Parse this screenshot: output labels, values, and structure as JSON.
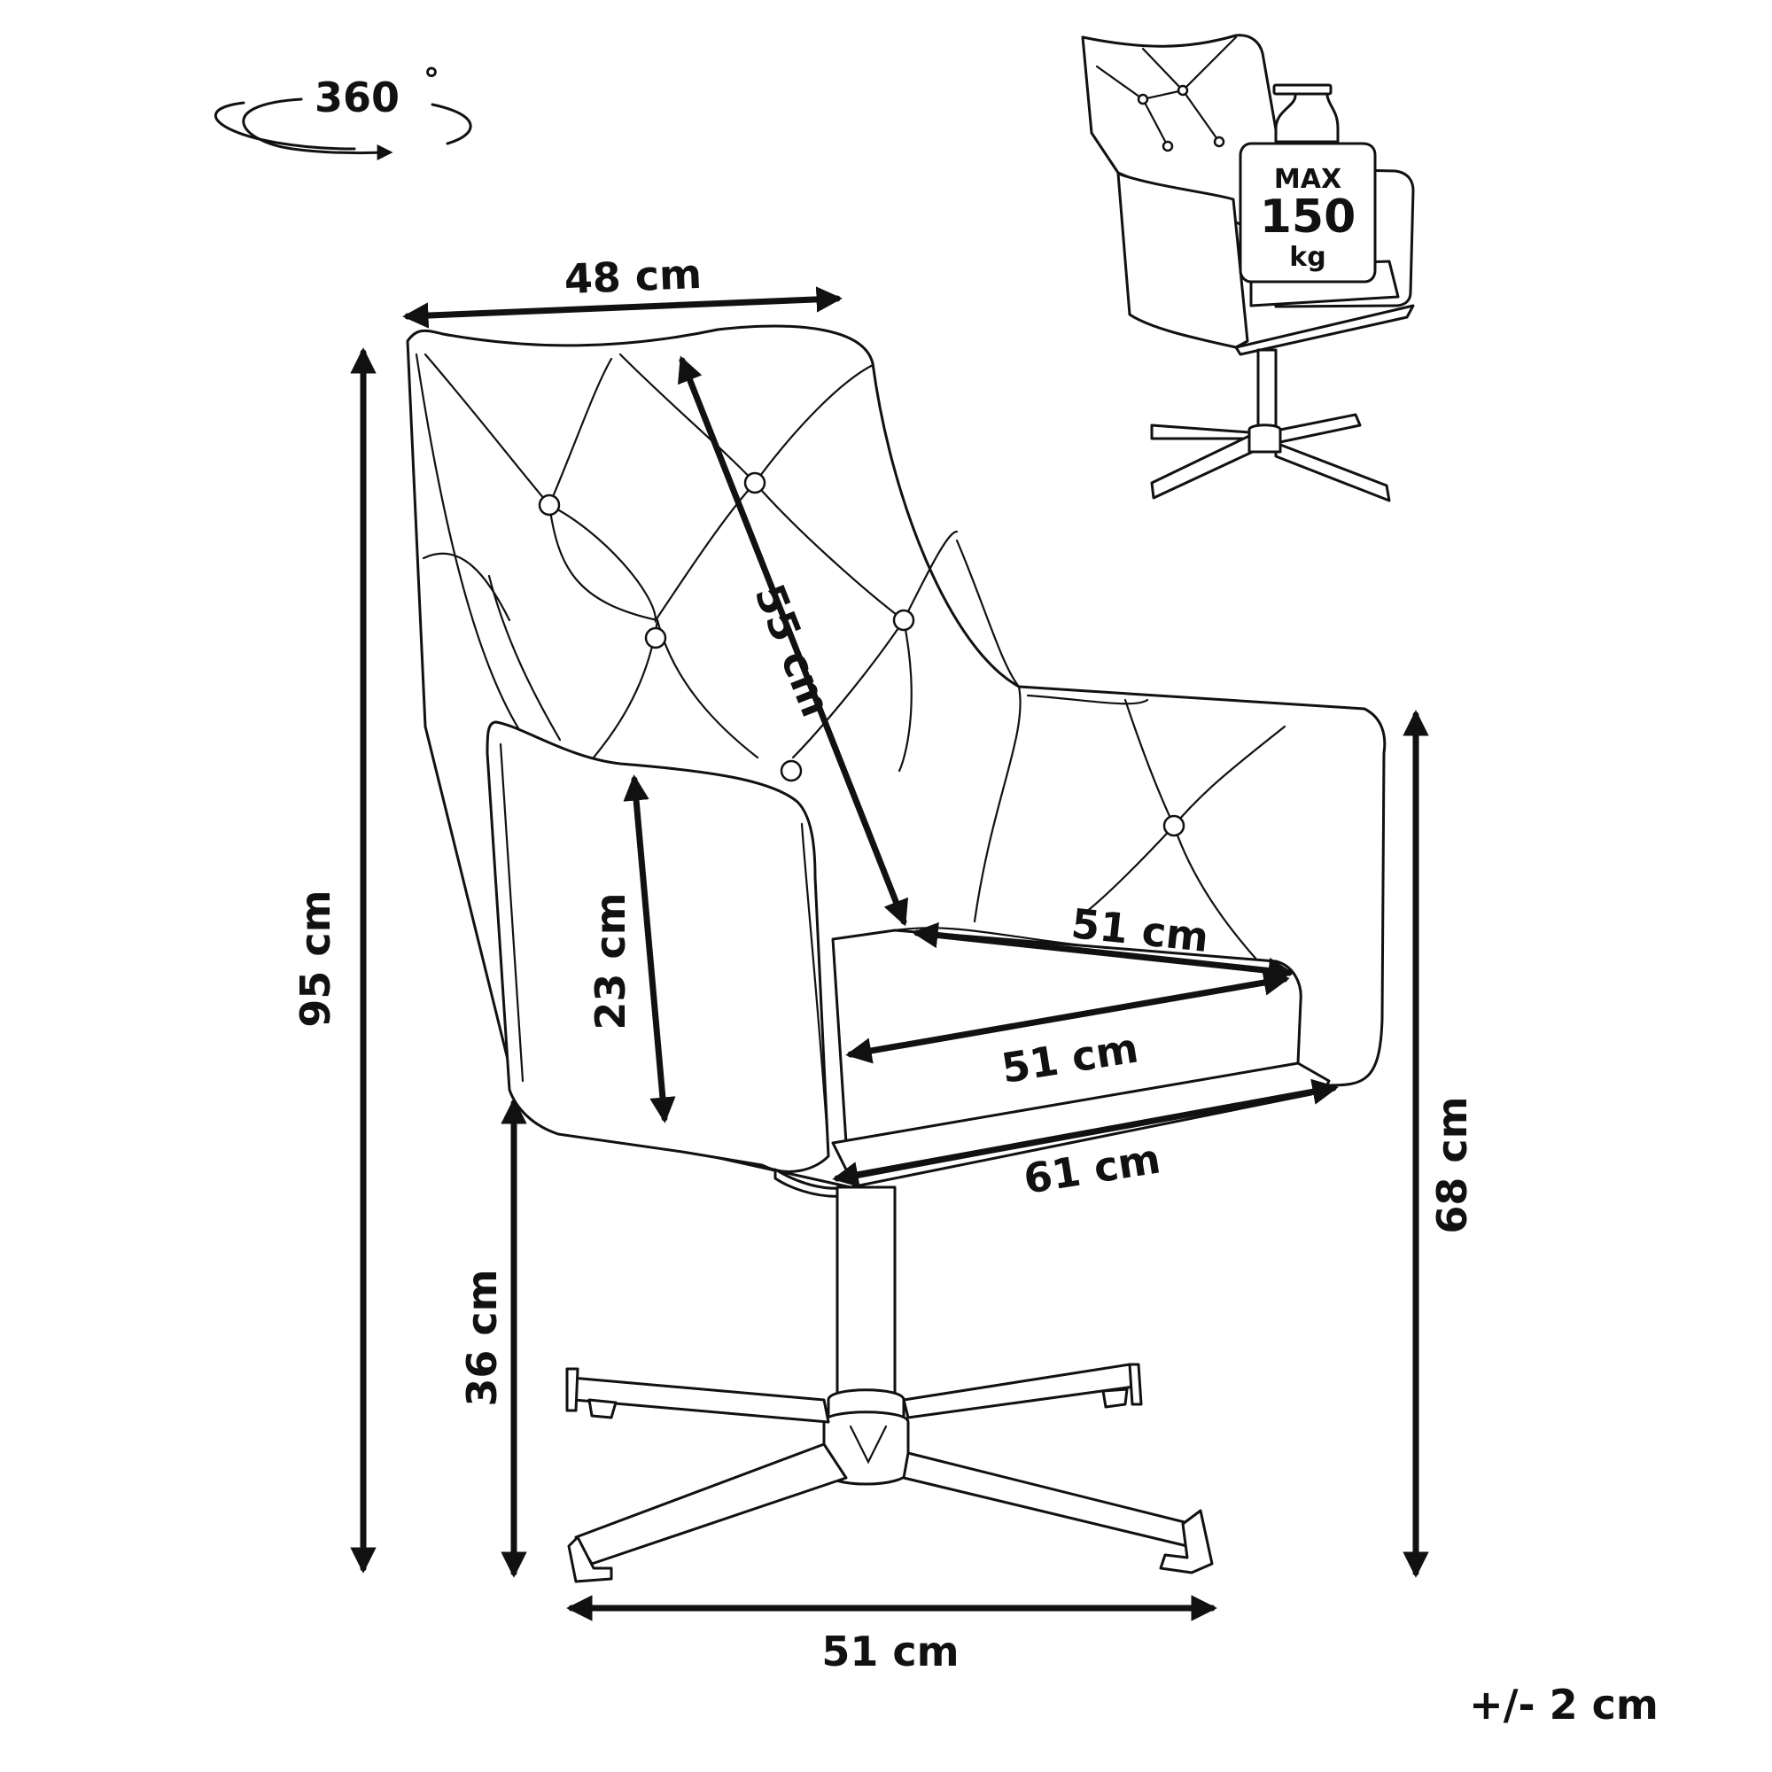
{
  "rotation": {
    "label": "360",
    "degree_mark": "°"
  },
  "weight_badge": {
    "line1": "MAX",
    "line2": "150",
    "line3": "kg"
  },
  "dimensions": {
    "backrest_width": "48 cm",
    "backrest_height": "55 cm",
    "total_height": "95 cm",
    "armrest_height": "23 cm",
    "seat_depth": "51 cm",
    "seat_width": "51 cm",
    "total_width": "61 cm",
    "seat_height": "36 cm",
    "arm_height": "68 cm",
    "base_width": "51 cm"
  },
  "tolerance": "+/- 2 cm"
}
